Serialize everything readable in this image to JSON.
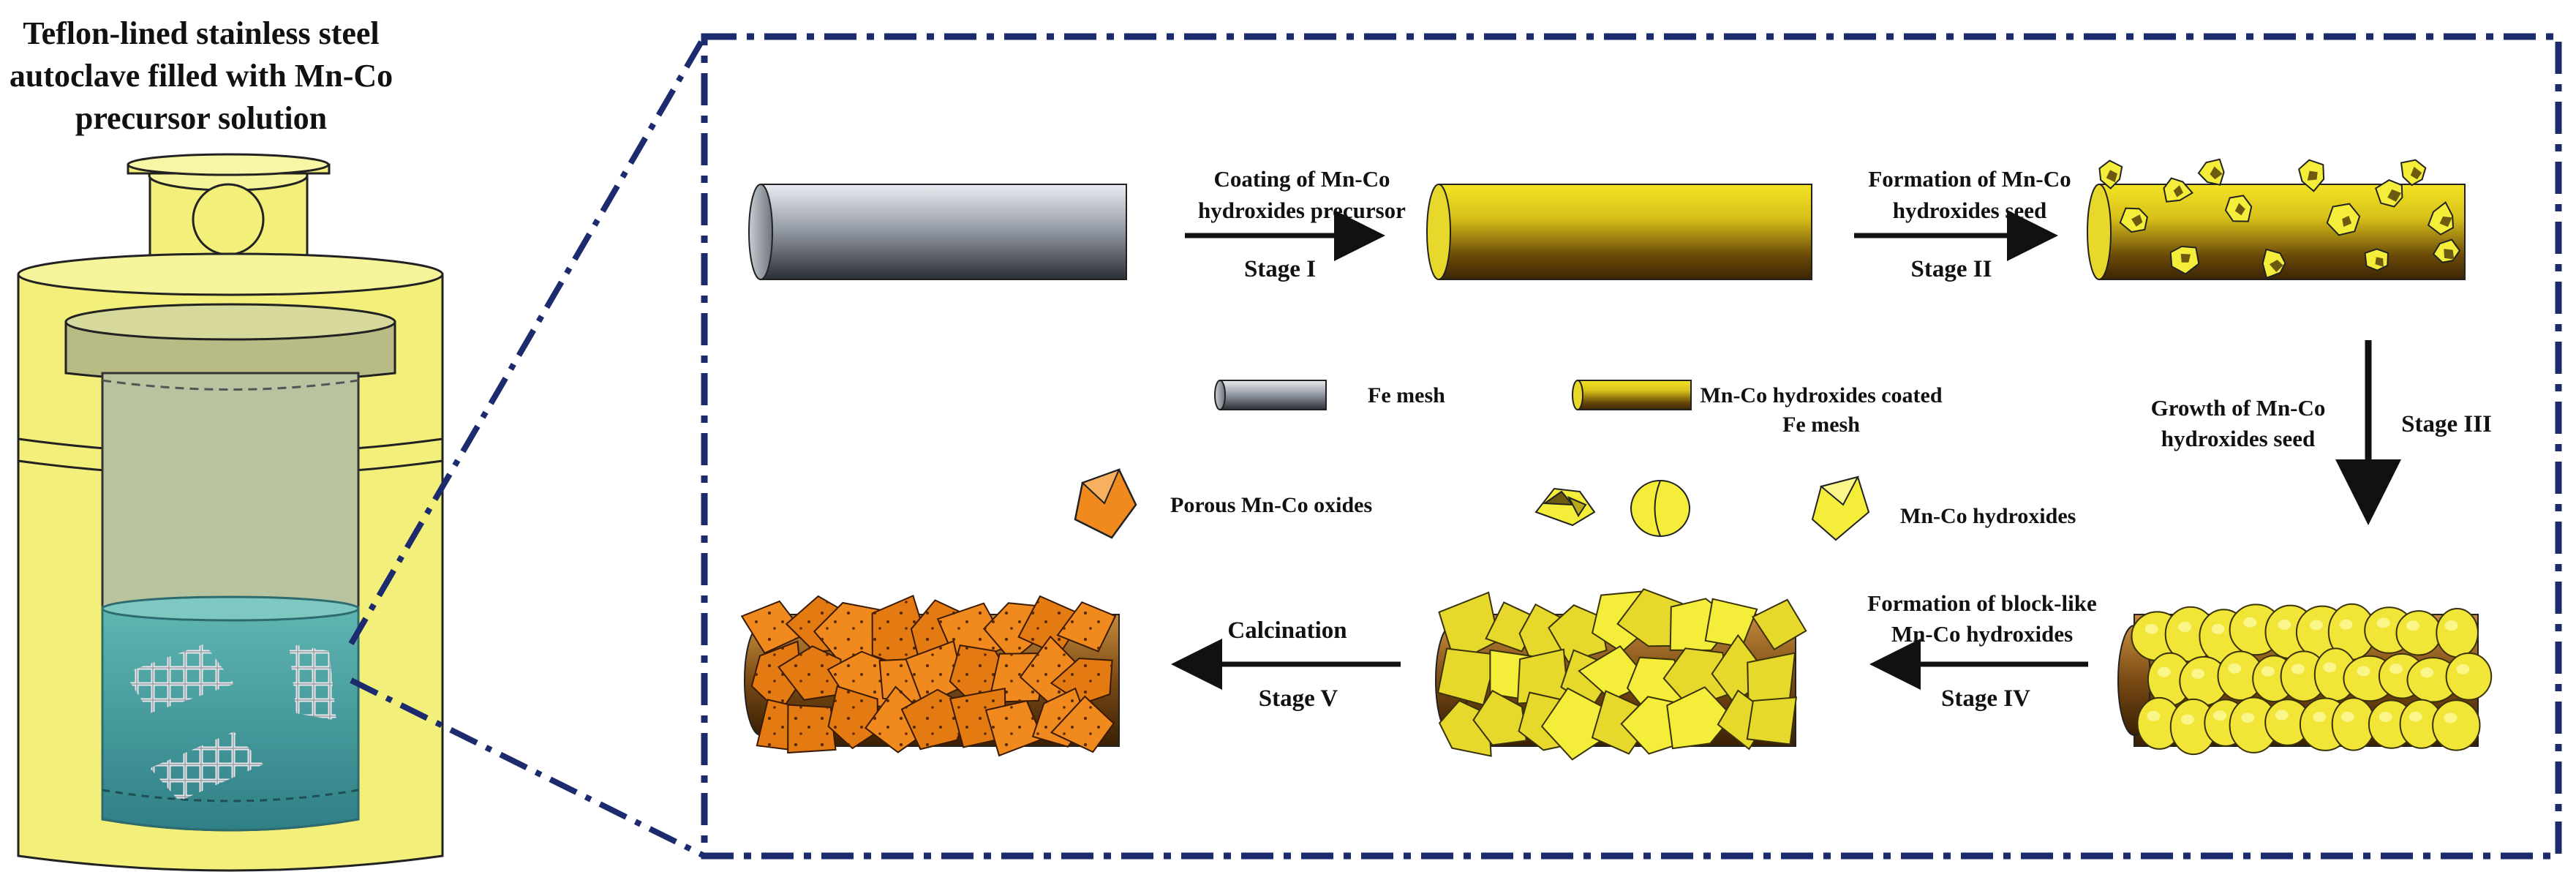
{
  "autoclave": {
    "title_lines": [
      "Teflon-lined stainless steel",
      "autoclave filled with Mn-Co",
      "precursor solution"
    ]
  },
  "steps": {
    "stage1": {
      "desc_lines": [
        "Coating of  Mn-Co",
        "hydroxides precursor"
      ],
      "label": "Stage I"
    },
    "stage2": {
      "desc_lines": [
        "Formation of  Mn-Co",
        "hydroxides seed"
      ],
      "label": "Stage II"
    },
    "stage3": {
      "desc_lines": [
        "Growth of Mn-Co",
        "hydroxides seed"
      ],
      "label": "Stage III"
    },
    "stage4": {
      "desc_lines": [
        "Formation of  block-like",
        "Mn-Co hydroxides"
      ],
      "label": "Stage IV"
    },
    "stage5": {
      "desc_lines": [
        "Calcination"
      ],
      "label": "Stage V"
    }
  },
  "legend": {
    "fe_mesh": "Fe  mesh",
    "coated_lines": [
      "Mn-Co hydroxides coated",
      "Fe mesh"
    ],
    "oxides": "Porous Mn-Co oxides",
    "hydroxides": "Mn-Co hydroxides"
  },
  "colors": {
    "frame": "#1c2a6e",
    "autoclave": "#f2f07a",
    "solution": "#4fa7a7",
    "rod_gray": "#8f95a0",
    "rod_yellow": "#e7d21b",
    "hydroxide": "#f4ee3a",
    "oxide": "#f08a1e"
  }
}
